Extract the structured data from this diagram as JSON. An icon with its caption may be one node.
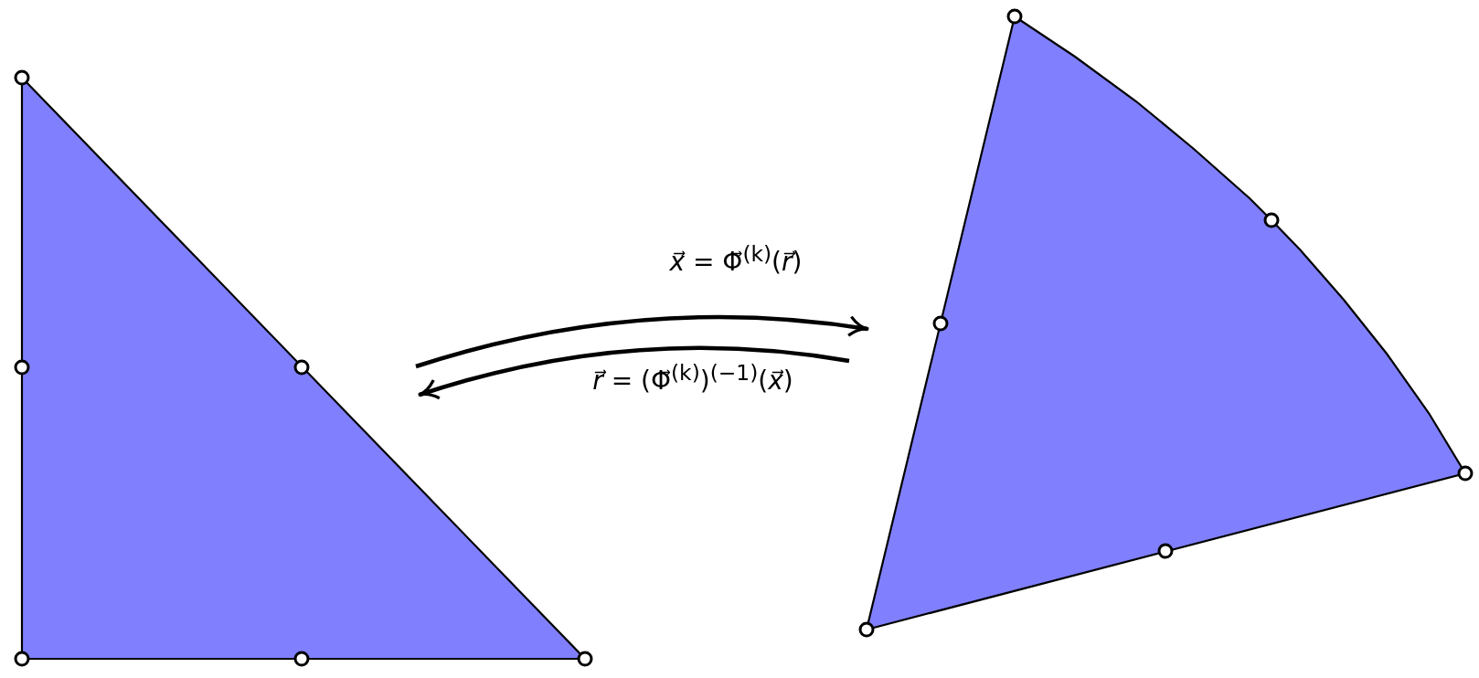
{
  "diagram": {
    "nodes": [
      {
        "text": [],
        "shape": "triangle"
      },
      {
        "text": [],
        "shape": "triangle"
      }
    ],
    "edges": [
      {
        "from": 0,
        "to": 1,
        "arrow": "to",
        "label": "*x⃗* = Φ⃗$^{(k)}$(*r⃗*)"
      },
      {
        "from": 1,
        "to": 0,
        "arrow": "to",
        "label": "*r⃗* = (Φ⃗$^{(k)}$)$^{(−1)}$(*x⃗*)"
      }
    ]
  }
}
